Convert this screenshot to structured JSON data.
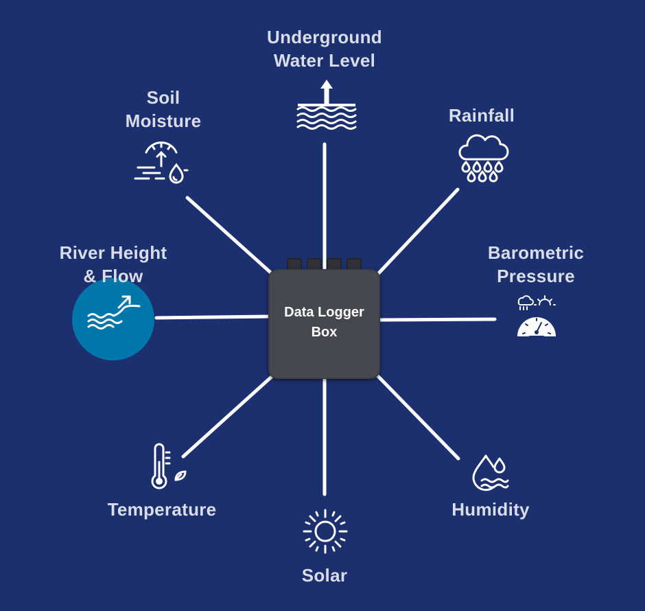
{
  "hub": {
    "line1": "Data Logger",
    "line2": "Box"
  },
  "sensors": {
    "underground_water": {
      "line1": "Underground",
      "line2": "Water Level",
      "icon": "water-level-icon"
    },
    "soil_moisture": {
      "line1": "Soil",
      "line2": "Moisture",
      "icon": "soil-moisture-icon"
    },
    "rainfall": {
      "line1": "Rainfall",
      "icon": "rain-cloud-icon"
    },
    "river": {
      "line1": "River Height",
      "line2": "& Flow",
      "icon": "river-flow-icon",
      "highlighted": true
    },
    "barometric": {
      "line1": "Barometric",
      "line2": "Pressure",
      "icon": "barometer-icon"
    },
    "temperature": {
      "line1": "Temperature",
      "icon": "thermometer-icon"
    },
    "solar": {
      "line1": "Solar",
      "icon": "sun-icon"
    },
    "humidity": {
      "line1": "Humidity",
      "icon": "humidity-drops-icon"
    }
  },
  "colors": {
    "background": "#1c2f6e",
    "highlight": "#0077aa",
    "label": "#d9dde8",
    "hub": "#45484f"
  }
}
